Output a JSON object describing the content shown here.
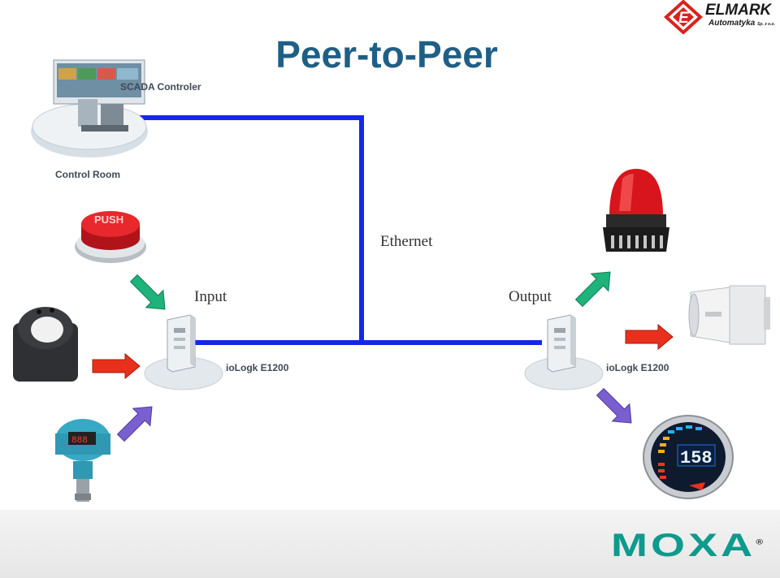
{
  "title": "Peer-to-Peer",
  "labels": {
    "ethernet": "Ethernet",
    "input": "Input",
    "output": "Output"
  },
  "devices": {
    "scada": {
      "label": "SCADA Controler",
      "sublabel": "Control Room"
    },
    "push_button": {
      "text": "PUSH"
    },
    "iologik_left": {
      "label": "ioLogk E1200"
    },
    "iologik_right": {
      "label": "ioLogk E1200"
    },
    "display": {
      "value": "158"
    }
  },
  "branding": {
    "elmark_name": "ELMARK",
    "elmark_sub": "Automatyka",
    "elmark_suffix": "Sp. z o.o.",
    "moxa": "MOXA",
    "moxa_mark": "®"
  },
  "colors": {
    "title": "#1f5f86",
    "ethernet_line": "#1428e6",
    "arrow_green": "#1db37a",
    "arrow_red": "#e8301c",
    "arrow_purple": "#7a5fd0",
    "moxa": "#0e9a8c"
  }
}
